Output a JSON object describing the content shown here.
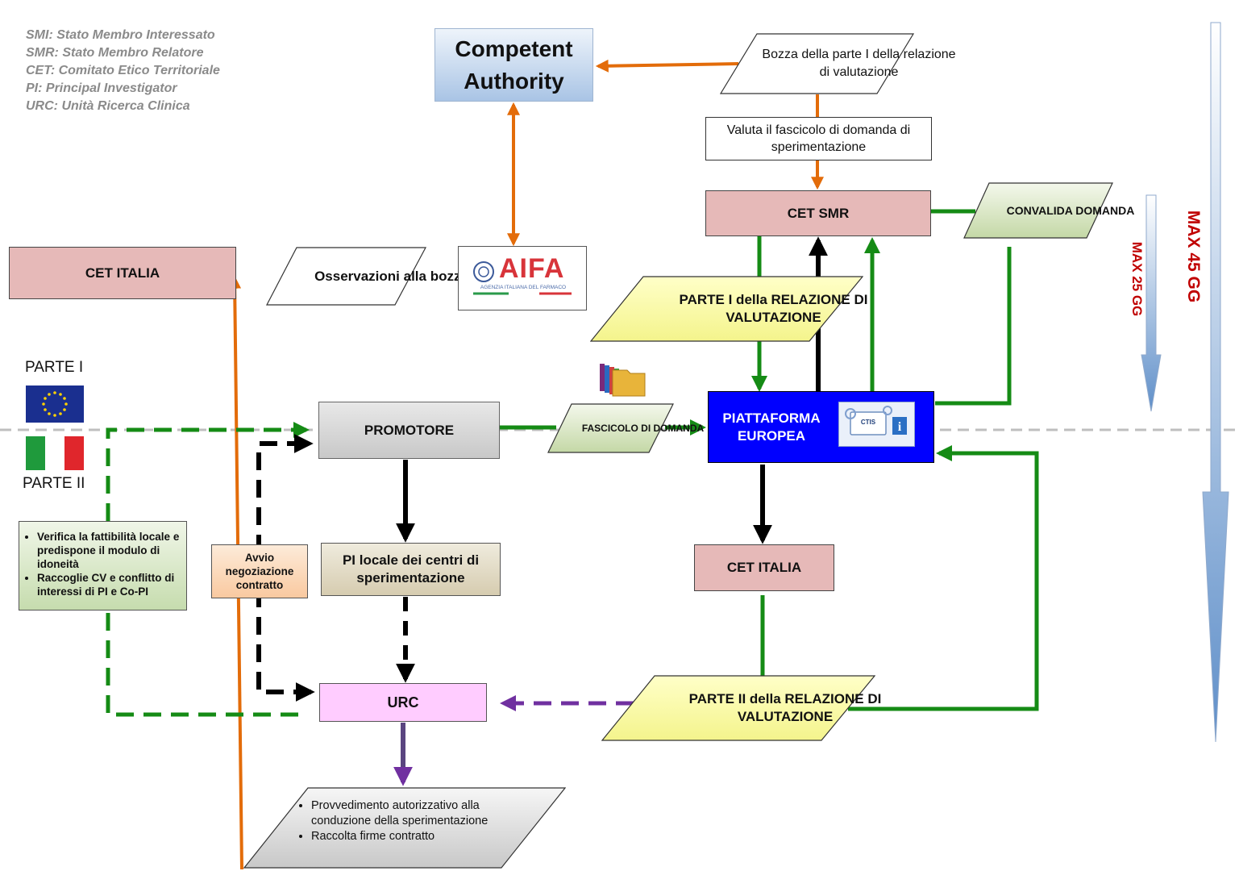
{
  "legend": [
    "SMI: Stato Membro Interessato",
    "SMR: Stato Membro Relatore",
    "CET: Comitato Etico Territoriale",
    "PI: Principal Investigator",
    "URC: Unità Ricerca Clinica"
  ],
  "nodes": {
    "competent_authority": "Competent Authority",
    "bozza": "Bozza della parte I della relazione di valutazione",
    "valuta": "Valuta il fascicolo di domanda di sperimentazione",
    "cet_smr": "CET SMR",
    "convalida": "CONVALIDA DOMANDA",
    "cet_italia_top": "CET ITALIA",
    "osservazioni": "Osservazioni alla bozza",
    "parte1_relazione": "PARTE I della RELAZIONE DI VALUTAZIONE",
    "promotore": "PROMOTORE",
    "fascicolo": "FASCICOLO DI DOMANDA",
    "piattaforma": "PIATTAFORMA EUROPEA",
    "pi_locale": "PI locale dei centri di sperimentazione",
    "avvio": "Avvio negoziazione contratto",
    "verifica": [
      "Verifica la fattibilità locale e predispone il modulo di idoneità",
      "Raccoglie CV e conflitto di interessi di PI e Co-PI"
    ],
    "cet_italia_bottom": "CET ITALIA",
    "urc": "URC",
    "parte2_relazione": "PARTE II della RELAZIONE DI VALUTAZIONE",
    "provvedimento": [
      "Provvedimento autorizzativo alla conduzione della sperimentazione",
      "Raccolta firme contratto"
    ]
  },
  "parts": {
    "parte1": "PARTE I",
    "parte2": "PARTE II"
  },
  "timeline": {
    "max45": "MAX 45 GG",
    "max25": "MAX 25 GG"
  },
  "aifa": {
    "logo": "AIFA",
    "subtitle": "AGENZIA ITALIANA DEL FARMACO"
  },
  "ctis": {
    "label": "CTIS"
  },
  "colors": {
    "orange": "#e36c0a",
    "green": "#158b15",
    "black": "#000000",
    "purple": "#7030a0",
    "pink": "#e6b9b8",
    "yellow": "#ffff9e",
    "blue": "#0000ff"
  }
}
